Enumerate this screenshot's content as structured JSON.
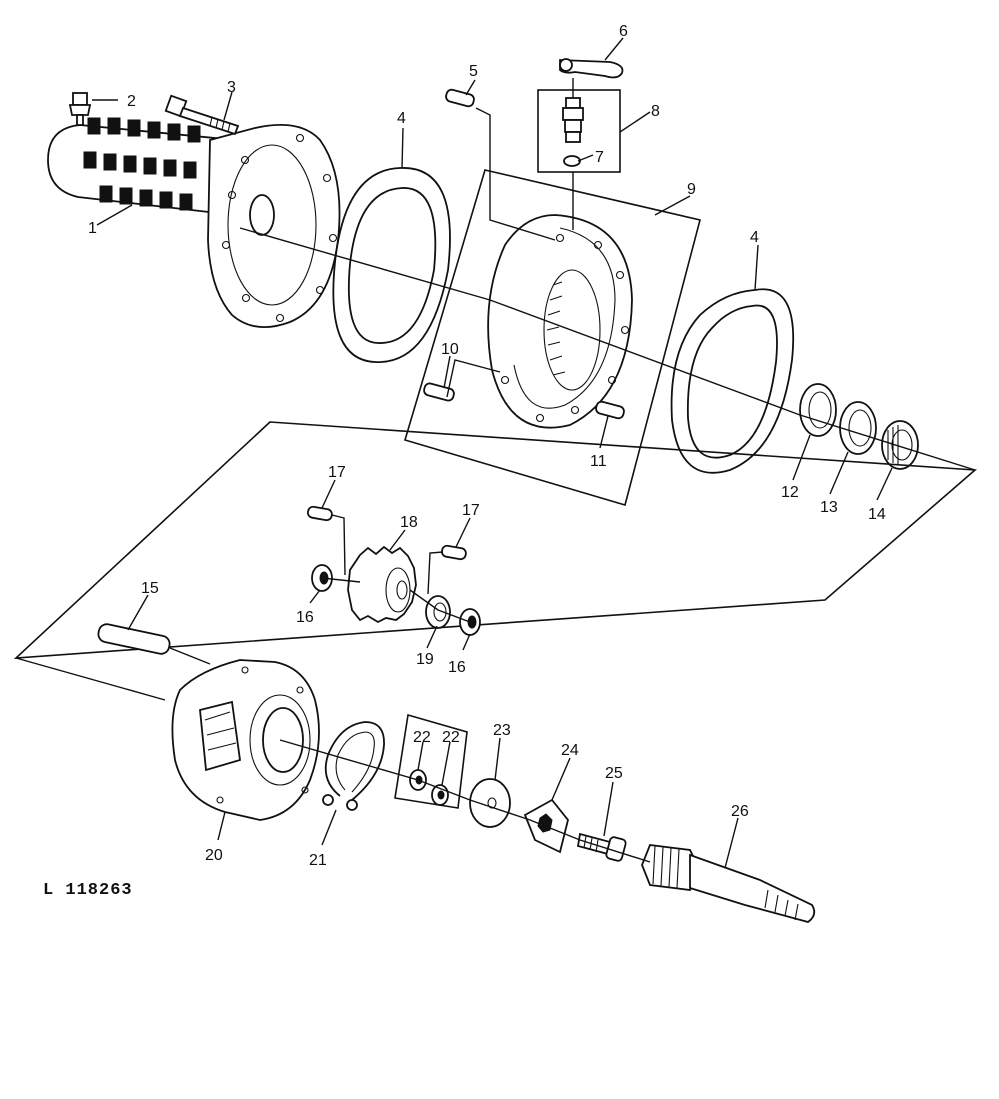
{
  "figure": {
    "reference_code": "L 118263"
  },
  "parts": [
    {
      "number": "1"
    },
    {
      "number": "2"
    },
    {
      "number": "3"
    },
    {
      "number": "4"
    },
    {
      "number": "5"
    },
    {
      "number": "6"
    },
    {
      "number": "7"
    },
    {
      "number": "8"
    },
    {
      "number": "9"
    },
    {
      "number": "10"
    },
    {
      "number": "11"
    },
    {
      "number": "12"
    },
    {
      "number": "13"
    },
    {
      "number": "14"
    },
    {
      "number": "15"
    },
    {
      "number": "16"
    },
    {
      "number": "17"
    },
    {
      "number": "18"
    },
    {
      "number": "19"
    },
    {
      "number": "20"
    },
    {
      "number": "21"
    },
    {
      "number": "22"
    },
    {
      "number": "23"
    },
    {
      "number": "24"
    },
    {
      "number": "25"
    },
    {
      "number": "26"
    }
  ]
}
